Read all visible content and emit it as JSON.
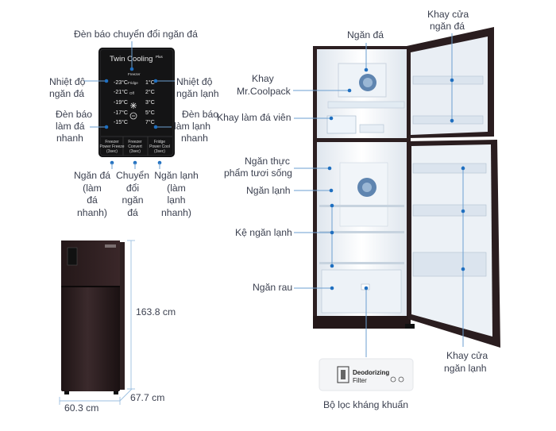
{
  "panel": {
    "brand": "Twin Cooling",
    "brand_plus": "Plus",
    "temps_left": [
      "-23°C",
      "-21°C",
      "-19°C",
      "-17°C",
      "-15°C"
    ],
    "mode_labels": [
      "Freezer",
      "Fridge",
      "Off"
    ],
    "temps_right": [
      "1°C",
      "2°C",
      "3°C",
      "5°C",
      "7°C"
    ],
    "btn1_line1": "Freezer",
    "btn1_line2": "Power Freeze",
    "btn1_line3": "(3sec)",
    "btn2_line1": "Freezer",
    "btn2_line2": "Convert",
    "btn2_line3": "(3sec)",
    "btn3_line1": "Fridge",
    "btn3_line2": "Power Cool",
    "btn3_line3": "(3sec)"
  },
  "labels": {
    "den_bao_chuyen_doi": "Đèn báo chuyển đổi ngăn đá",
    "nhiet_do_ngan_da_1": "Nhiệt độ",
    "nhiet_do_ngan_da_2": "ngăn đá",
    "nhiet_do_ngan_lanh_1": "Nhiệt độ",
    "nhiet_do_ngan_lanh_2": "ngăn lạnh",
    "den_bao_lam_da_1": "Đèn báo",
    "den_bao_lam_da_2": "làm đá",
    "den_bao_lam_da_3": "nhanh",
    "den_bao_lam_lanh_1": "Đèn báo",
    "den_bao_lam_lanh_2": "làm lạnh",
    "den_bao_lam_lanh_3": "nhanh",
    "ngan_da_btn": [
      "Ngăn đá",
      "(làm",
      "đá",
      "nhanh)"
    ],
    "chuyen_doi_btn": [
      "Chuyển",
      "đổi",
      "ngăn",
      "đá"
    ],
    "ngan_lanh_btn": [
      "Ngăn lạnh",
      "(làm",
      "lạnh",
      "nhanh)"
    ],
    "ngan_da": "Ngăn đá",
    "khay_cua_ngan_da_1": "Khay cửa",
    "khay_cua_ngan_da_2": "ngăn đá",
    "khay_coolpack_1": "Khay",
    "khay_coolpack_2": "Mr.Coolpack",
    "khay_lam_da_vien": "Khay làm đá viên",
    "ngan_thuc_pham_1": "Ngăn thực",
    "ngan_thuc_pham_2": "phẩm tươi sống",
    "ngan_lanh": "Ngăn lạnh",
    "ke_ngan_lanh": "Kệ ngăn lạnh",
    "ngan_rau": "Ngăn rau",
    "khay_cua_ngan_lanh_1": "Khay cửa",
    "khay_cua_ngan_lanh_2": "ngăn lạnh",
    "bo_loc": "Bộ lọc kháng khuẩn",
    "filter_text_1": "Deodorizing",
    "filter_text_2": "Filter"
  },
  "dimensions": {
    "height": "163.8 cm",
    "depth": "67.7 cm",
    "width": "60.3 cm"
  },
  "colors": {
    "accent_line": "#6b9fd1",
    "dot": "#1f6fc0",
    "fridge_body": "#2a1c1e",
    "panel_bg": "#111111"
  }
}
